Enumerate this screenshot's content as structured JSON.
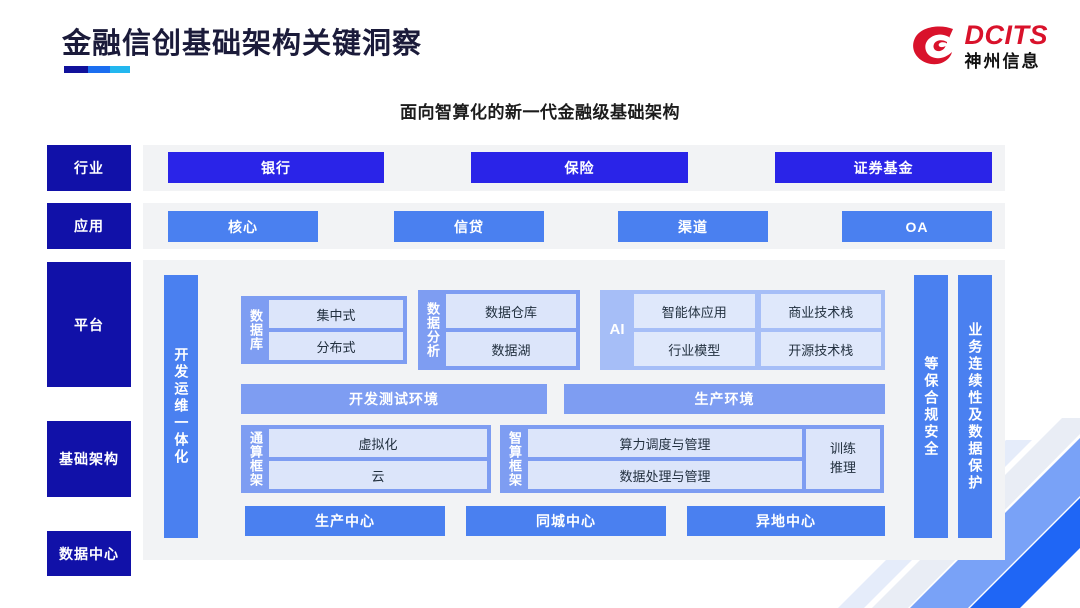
{
  "header": {
    "title": "金融信创基础架构关键洞察",
    "underline_colors": [
      "#11119b",
      "#1b6ef0",
      "#23b7ef"
    ],
    "logo": {
      "mark_icon": "dcits-swirl-icon",
      "name_en": "DCITS",
      "name_cn": "神州信息",
      "brand_color": "#d9122b"
    }
  },
  "subtitle": "面向智算化的新一代金融级基础架构",
  "tiers": [
    {
      "label": "行业"
    },
    {
      "label": "应用"
    },
    {
      "label": "平台"
    },
    {
      "label": "基础架构"
    },
    {
      "label": "数据中心"
    }
  ],
  "industry_row": {
    "chips": [
      {
        "label": "银行"
      },
      {
        "label": "保险"
      },
      {
        "label": "证券基金"
      }
    ],
    "color": "#2a24e8"
  },
  "application_row": {
    "chips": [
      {
        "label": "核心"
      },
      {
        "label": "信贷"
      },
      {
        "label": "渠道"
      },
      {
        "label": "OA"
      }
    ],
    "color": "#4a80f0"
  },
  "side_bars": {
    "devops": "开发运维一体化",
    "security": "等保合规安全",
    "continuity": "业务连续性及数据保护",
    "color": "#4a80f0"
  },
  "platform": {
    "database": {
      "label": "数据库",
      "cells": [
        "集中式",
        "分布式"
      ]
    },
    "data_analysis": {
      "label": "数据分析",
      "cells": [
        "数据仓库",
        "数据湖"
      ]
    },
    "ai": {
      "label": "AI",
      "row1": [
        "智能体应用",
        "商业技术栈"
      ],
      "row2": [
        "行业模型",
        "开源技术栈"
      ]
    },
    "environments": [
      {
        "label": "开发测试环境"
      },
      {
        "label": "生产环境"
      }
    ]
  },
  "infrastructure": {
    "general_compute": {
      "label": "通算框架",
      "cells": [
        "虚拟化",
        "云"
      ]
    },
    "intelligent_compute": {
      "label": "智算框架",
      "cells": [
        "算力调度与管理",
        "数据处理与管理"
      ],
      "side": {
        "line1": "训练",
        "line2": "推理"
      }
    }
  },
  "data_centers": {
    "chips": [
      {
        "label": "生产中心"
      },
      {
        "label": "同城中心"
      },
      {
        "label": "异地中心"
      }
    ],
    "color": "#4a80f0"
  },
  "theme": {
    "tier_color": "#1111a8",
    "panel_bg": "#f2f3f5",
    "group_bg": "#7e9df2",
    "cell_bg": "#dce5fa",
    "page_bg": "#ffffff"
  }
}
